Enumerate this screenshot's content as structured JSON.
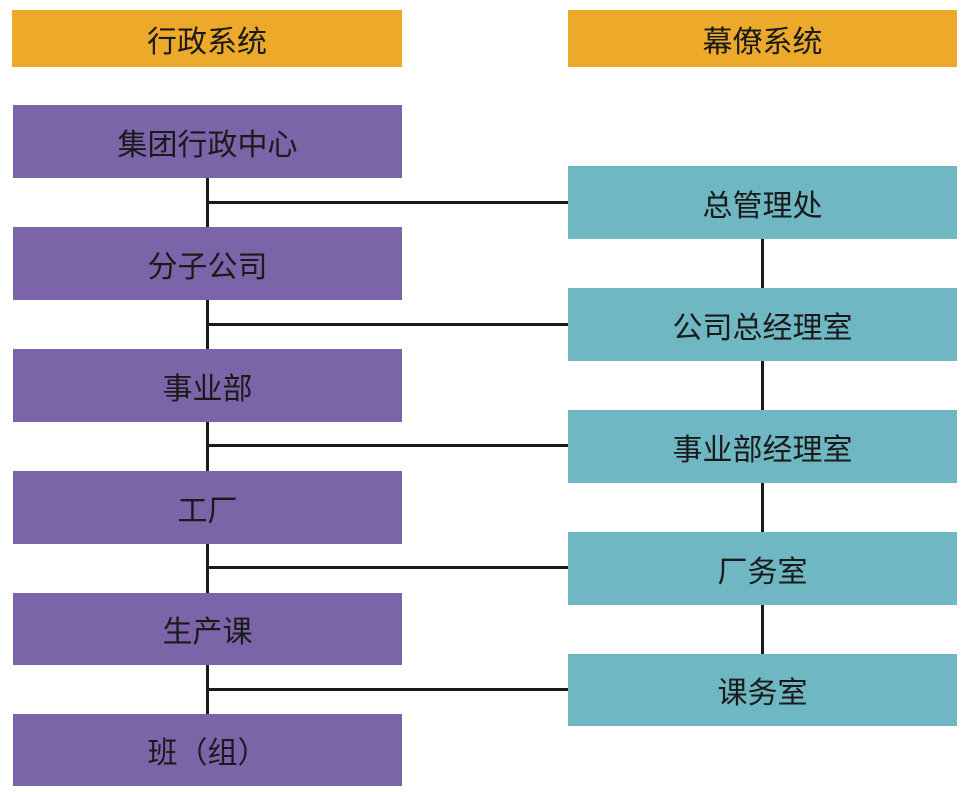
{
  "headers": {
    "admin": "行政系统",
    "staff": "幕僚系统"
  },
  "admin_nodes": [
    "集团行政中心",
    "分子公司",
    "事业部",
    "工厂",
    "生产课",
    "班（组）"
  ],
  "staff_nodes": [
    "总管理处",
    "公司总经理室",
    "事业部经理室",
    "厂务室",
    "课务室"
  ],
  "colors": {
    "header": "#EDAA2A",
    "admin": "#7C64A8",
    "staff": "#6FB7C2",
    "line": "#1A1A1A"
  }
}
